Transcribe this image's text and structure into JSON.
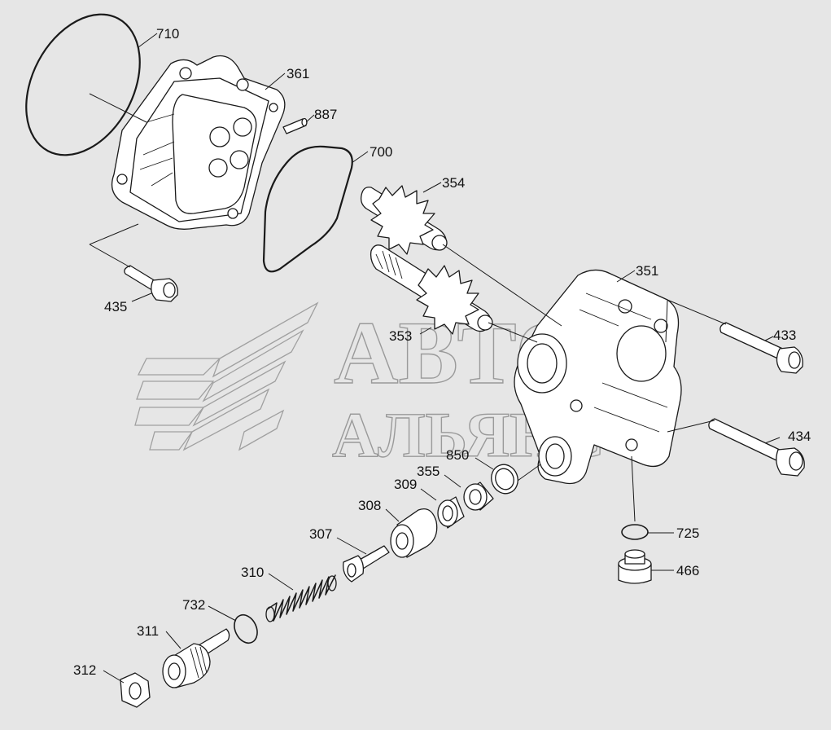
{
  "watermark": {
    "line1": "АВТО",
    "line2": "АЛЬЯНС"
  },
  "parts": [
    {
      "id": "710",
      "label": "710"
    },
    {
      "id": "361",
      "label": "361"
    },
    {
      "id": "887",
      "label": "887"
    },
    {
      "id": "700",
      "label": "700"
    },
    {
      "id": "354",
      "label": "354"
    },
    {
      "id": "351",
      "label": "351"
    },
    {
      "id": "435",
      "label": "435"
    },
    {
      "id": "433",
      "label": "433"
    },
    {
      "id": "353",
      "label": "353"
    },
    {
      "id": "434",
      "label": "434"
    },
    {
      "id": "850",
      "label": "850"
    },
    {
      "id": "355",
      "label": "355"
    },
    {
      "id": "309",
      "label": "309"
    },
    {
      "id": "308",
      "label": "308"
    },
    {
      "id": "307",
      "label": "307"
    },
    {
      "id": "725",
      "label": "725"
    },
    {
      "id": "466",
      "label": "466"
    },
    {
      "id": "310",
      "label": "310"
    },
    {
      "id": "732",
      "label": "732"
    },
    {
      "id": "311",
      "label": "311"
    },
    {
      "id": "312",
      "label": "312"
    }
  ]
}
